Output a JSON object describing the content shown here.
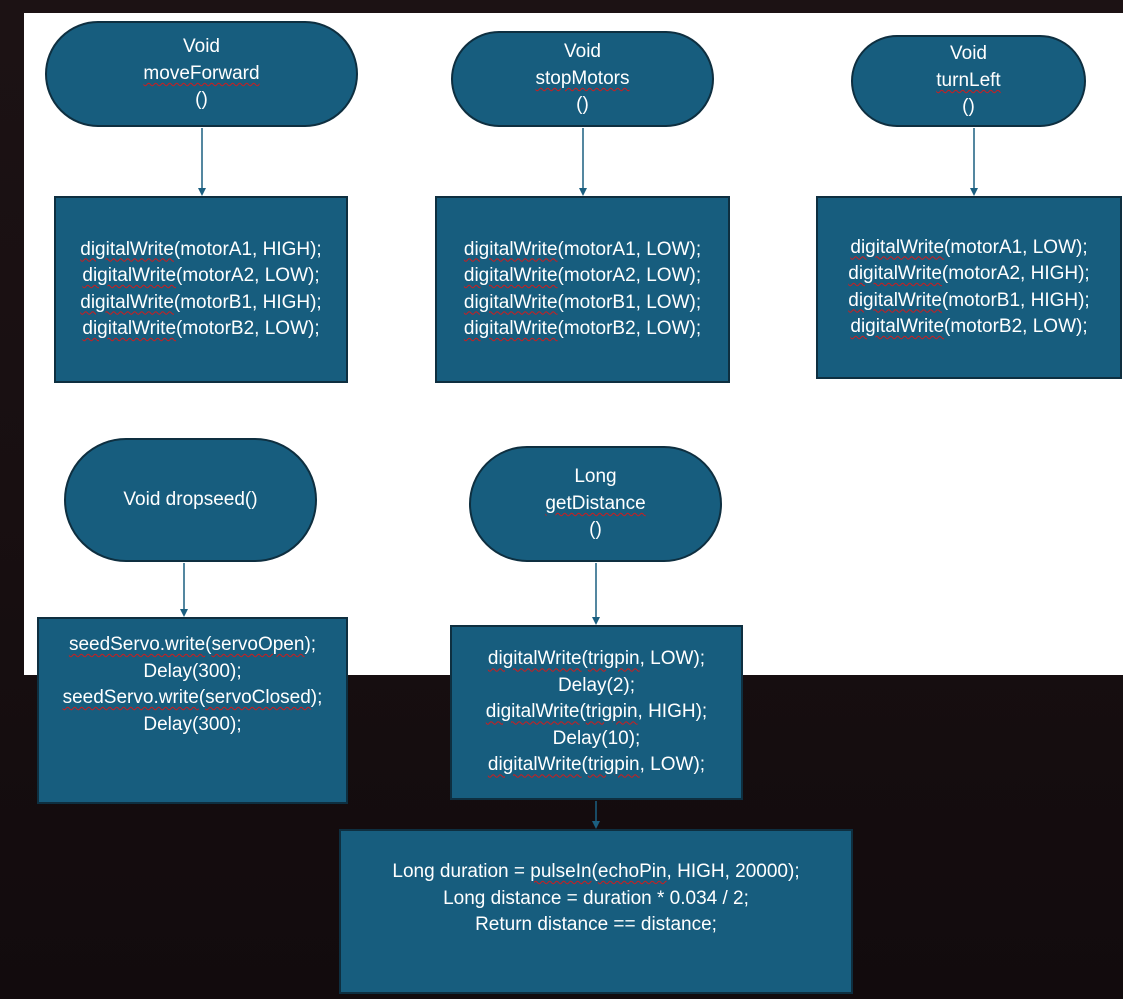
{
  "diagram": {
    "move_forward": {
      "title": "Void moveForward()",
      "lines": [
        "digitalWrite(motorA1, HIGH);",
        "digitalWrite(motorA2, LOW);",
        "digitalWrite(motorB1, HIGH);",
        "digitalWrite(motorB2, LOW);"
      ]
    },
    "stop_motors": {
      "title": "Void stopMotors()",
      "lines": [
        "digitalWrite(motorA1, LOW);",
        "digitalWrite(motorA2, LOW);",
        "digitalWrite(motorB1, LOW);",
        "digitalWrite(motorB2, LOW);"
      ]
    },
    "turn_left": {
      "title": "Void turnLeft()",
      "lines": [
        "digitalWrite(motorA1, LOW);",
        "digitalWrite(motorA2, HIGH);",
        "digitalWrite(motorB1, HIGH);",
        "digitalWrite(motorB2, LOW);"
      ]
    },
    "drop_seed": {
      "title": "Void dropseed()",
      "lines": [
        "seedServo.write(servoOpen);",
        "Delay(300);",
        "seedServo.write(servoClosed);",
        "Delay(300);"
      ]
    },
    "get_distance": {
      "title": "Long getDistance()",
      "lines": [
        "digitalWrite(trigpin, LOW);",
        "Delay(2);",
        "digitalWrite(trigpin, HIGH);",
        "Delay(10);",
        "digitalWrite(trigpin, LOW);"
      ],
      "result_lines": [
        "Long duration = pulseIn(echoPin, HIGH, 20000);",
        "Long distance = duration * 0.034 / 2;",
        "Return distance == distance;"
      ]
    }
  },
  "colors": {
    "box_fill": "#175d7e",
    "box_border": "#0e2f40",
    "arrow": "#1b5f80",
    "canvas": "#ffffff",
    "background": "#1a1113"
  }
}
